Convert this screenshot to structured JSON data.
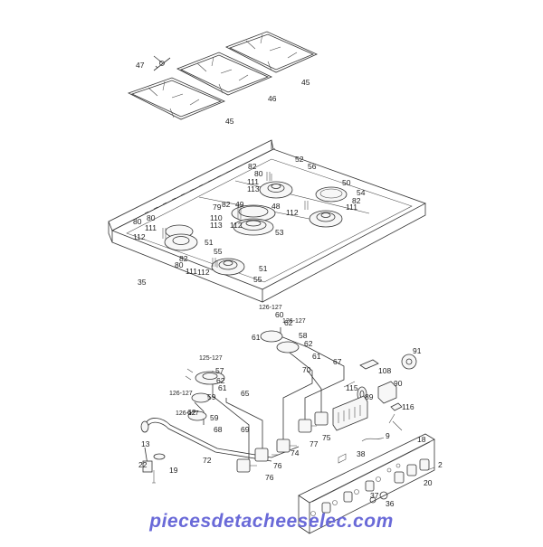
{
  "diagram": {
    "watermark": "piecesdetacheeselec.com",
    "callouts": [
      "47",
      "45",
      "46",
      "45",
      "52",
      "56",
      "82",
      "80",
      "111",
      "113",
      "50",
      "54",
      "82",
      "111",
      "112",
      "79",
      "82",
      "49",
      "48",
      "110",
      "113",
      "112",
      "53",
      "80",
      "80",
      "111",
      "112",
      "51",
      "55",
      "82",
      "80",
      "111",
      "112",
      "51",
      "55",
      "35",
      "126-127",
      "60",
      "62",
      "126-127",
      "58",
      "61",
      "62",
      "61",
      "67",
      "70",
      "91",
      "108",
      "90",
      "125-127",
      "57",
      "62",
      "61",
      "65",
      "126-127",
      "59",
      "115",
      "89",
      "126-127",
      "62",
      "59",
      "116",
      "69",
      "68",
      "9",
      "75",
      "77",
      "13",
      "72",
      "74",
      "76",
      "76",
      "38",
      "18",
      "22",
      "19",
      "37",
      "36",
      "20",
      "2"
    ]
  }
}
